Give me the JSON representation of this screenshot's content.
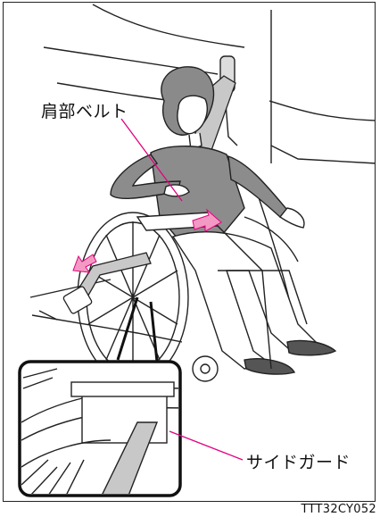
{
  "labels": {
    "shoulder_belt": "肩部ベルト",
    "side_guard": "サイドガード"
  },
  "figure_code": "TTT32CY052",
  "colors": {
    "callout_line": "#e4007f",
    "arrow_fill": "#f29ac3",
    "line_art": "#222222",
    "belt_fill": "#c8c8c8",
    "shirt_fill": "#8c8c8c"
  }
}
